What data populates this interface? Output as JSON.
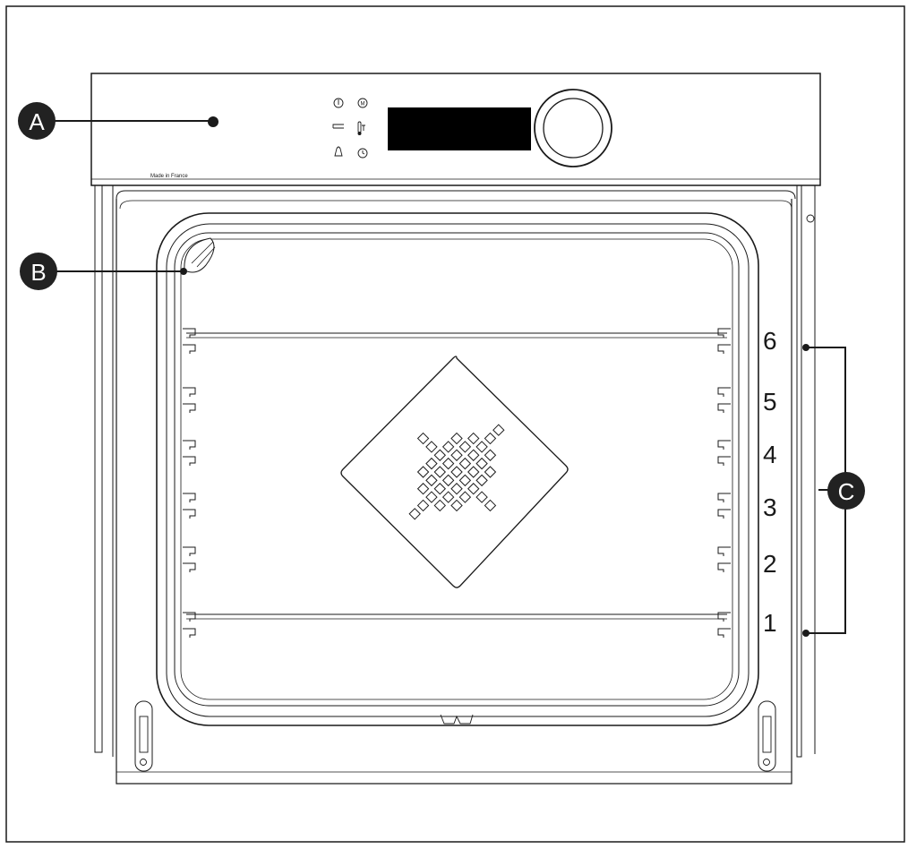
{
  "panel": {
    "made_in_label": "Made in France",
    "icons": [
      "power-icon",
      "menu-m-icon",
      "back-arrow-icon",
      "temperature-probe-icon",
      "bell-icon",
      "clock-icon"
    ],
    "display_color": "#000000"
  },
  "callouts": {
    "a": "A",
    "b": "B",
    "c": "C"
  },
  "shelf_levels": [
    "6",
    "5",
    "4",
    "3",
    "2",
    "1"
  ],
  "colors": {
    "line": "#1a1a1a",
    "callout_fill": "#222222",
    "callout_text": "#ffffff"
  }
}
